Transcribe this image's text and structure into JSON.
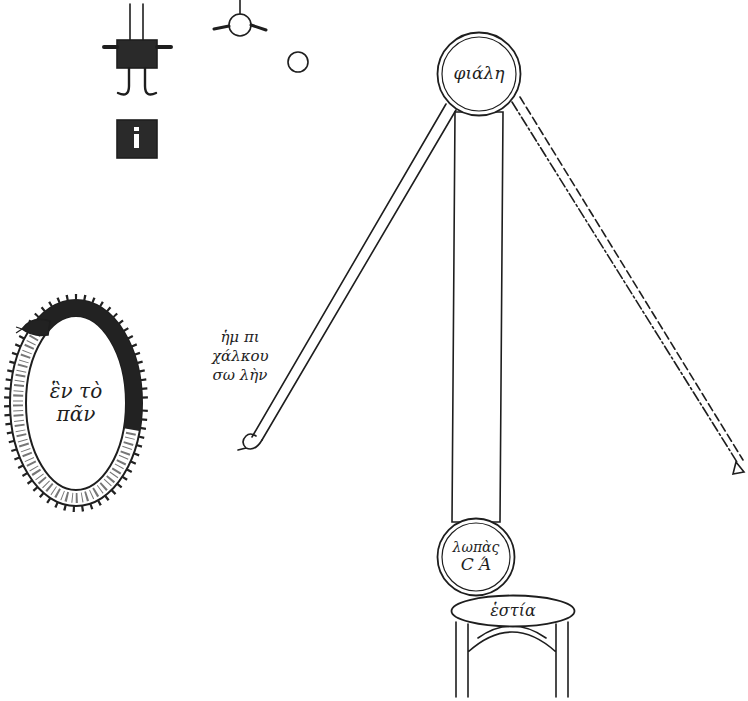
{
  "diagram": {
    "nodes": [
      {
        "text": [
          "φιάλη"
        ]
      },
      {
        "text": [
          "λωπὰς",
          "Ϲ Ά"
        ]
      },
      {
        "text": [
          "ἑστία"
        ]
      },
      {
        "text": [
          "ἓν τὸ πᾶν"
        ]
      }
    ],
    "edges": [
      {
        "from": 0,
        "to": 1,
        "arrow": "none"
      }
    ],
    "labels": [
      "ἡμ πι χάλκου σω λὴν"
    ]
  }
}
